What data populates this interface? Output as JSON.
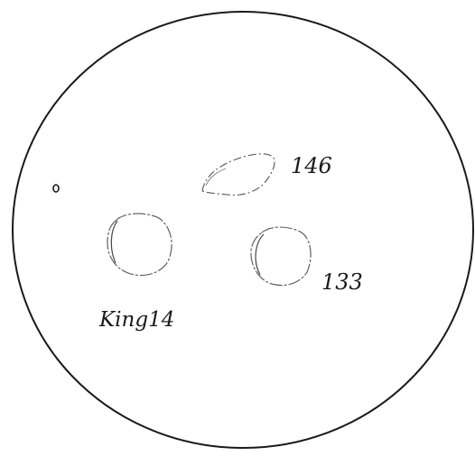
{
  "labels": {
    "object_1": "146",
    "object_2": "King14",
    "object_3": "133"
  },
  "colors": {
    "ink": "#1a1a1a",
    "paper": "#ffffff"
  }
}
